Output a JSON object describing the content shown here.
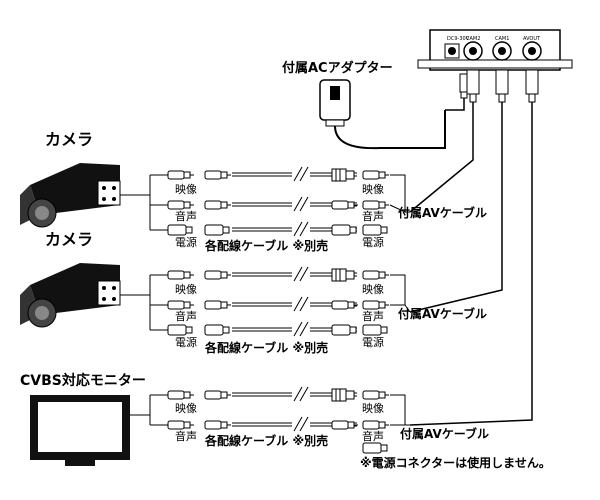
{
  "device": {
    "ports": [
      "DC9-30V",
      "CAM2",
      "CAM1",
      "AVOUT"
    ]
  },
  "adapter_label": "付属ACアダプター",
  "camera_label": "カメラ",
  "monitor_label": "CVBS対応モニター",
  "plug_labels": {
    "video": "映像",
    "audio": "音声",
    "power": "電源"
  },
  "cable_label": "各配線ケーブル ※別売",
  "av_cable_label": "付属AVケーブル",
  "footnote": "※電源コネクターは使用しません。",
  "icons": [
    "camera-icon",
    "monitor-icon",
    "ac-adapter-icon",
    "splitter-box-icon",
    "cable-plug-icon"
  ]
}
